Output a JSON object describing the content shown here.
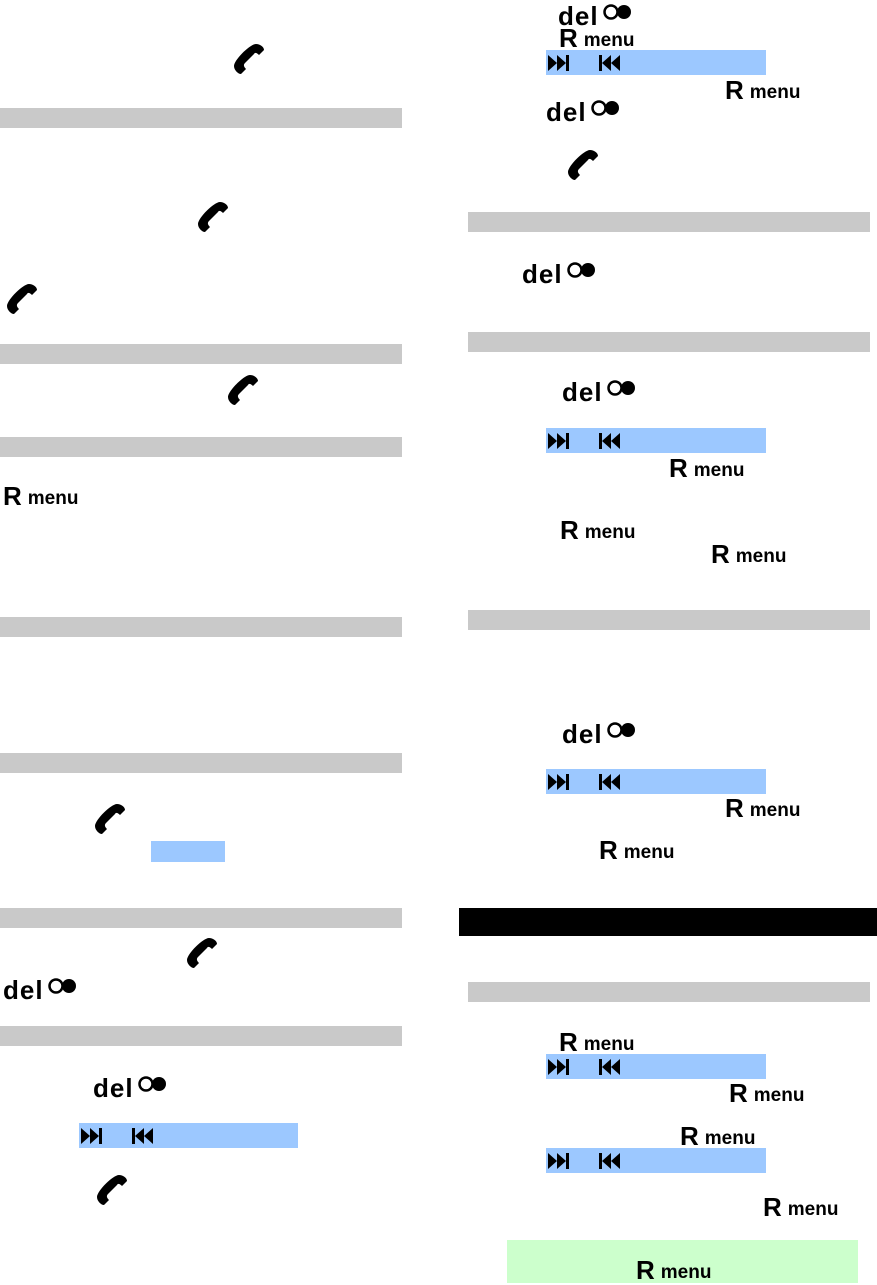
{
  "keys": {
    "r_menu": {
      "letter": "R",
      "word": "menu"
    },
    "del": {
      "word": "del"
    }
  },
  "icons": {
    "phone": "phone-handset-icon",
    "nav": "skip-forward-back-icon",
    "dots": "double-dot-icon"
  },
  "colors": {
    "section_bar": "#c9c9c9",
    "highlight": "#9cc8ff",
    "header": "#000000",
    "note": "#ccffcc"
  }
}
